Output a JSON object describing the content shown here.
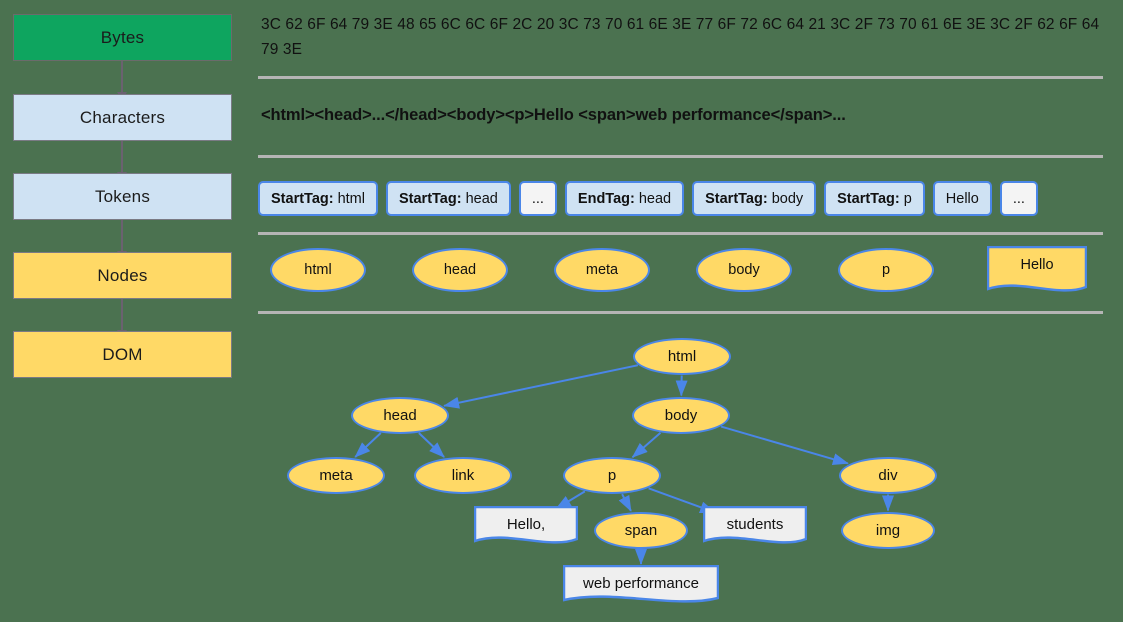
{
  "pipeline": {
    "steps": [
      {
        "label": "Bytes",
        "style": "green"
      },
      {
        "label": "Characters",
        "style": "blue"
      },
      {
        "label": "Tokens",
        "style": "blue"
      },
      {
        "label": "Nodes",
        "style": "yellow"
      },
      {
        "label": "DOM",
        "style": "yellow"
      }
    ]
  },
  "bytes_row": {
    "text": "3C 62 6F 64 79 3E 48 65 6C 6C 6F 2C 20 3C 73 70 61 6E 3E 77 6F 72 6C 64 21 3C 2F 73 70 61 6E 3E 3C 2F 62 6F 64 79 3E"
  },
  "characters_row": {
    "text": "<html><head>...</head><body><p>Hello <span>web performance</span>..."
  },
  "tokens_row": {
    "tokens": [
      {
        "kind": "StartTag:",
        "value": "html",
        "style": "tag"
      },
      {
        "kind": "StartTag:",
        "value": "head",
        "style": "tag"
      },
      {
        "kind": "",
        "value": "...",
        "style": "plain"
      },
      {
        "kind": "EndTag:",
        "value": "head",
        "style": "tag"
      },
      {
        "kind": "StartTag:",
        "value": "body",
        "style": "tag"
      },
      {
        "kind": "StartTag:",
        "value": "p",
        "style": "tag"
      },
      {
        "kind": "",
        "value": "Hello",
        "style": "tag"
      },
      {
        "kind": "",
        "value": "...",
        "style": "plain"
      }
    ]
  },
  "nodes_row": {
    "nodes": [
      {
        "label": "html",
        "shape": "ellipse"
      },
      {
        "label": "head",
        "shape": "ellipse"
      },
      {
        "label": "meta",
        "shape": "ellipse"
      },
      {
        "label": "body",
        "shape": "ellipse"
      },
      {
        "label": "p",
        "shape": "ellipse"
      },
      {
        "label": "Hello",
        "shape": "document"
      }
    ]
  },
  "dom_tree": {
    "nodes": [
      {
        "id": "html",
        "label": "html",
        "shape": "ellipse"
      },
      {
        "id": "head",
        "label": "head",
        "shape": "ellipse"
      },
      {
        "id": "body",
        "label": "body",
        "shape": "ellipse"
      },
      {
        "id": "meta",
        "label": "meta",
        "shape": "ellipse"
      },
      {
        "id": "link",
        "label": "link",
        "shape": "ellipse"
      },
      {
        "id": "p",
        "label": "p",
        "shape": "ellipse"
      },
      {
        "id": "div",
        "label": "div",
        "shape": "ellipse"
      },
      {
        "id": "hello",
        "label": "Hello,",
        "shape": "document"
      },
      {
        "id": "span",
        "label": "span",
        "shape": "ellipse"
      },
      {
        "id": "students",
        "label": "students",
        "shape": "document"
      },
      {
        "id": "img",
        "label": "img",
        "shape": "ellipse"
      },
      {
        "id": "webperf",
        "label": "web performance",
        "shape": "document"
      }
    ],
    "edges": [
      {
        "from": "html",
        "to": "head"
      },
      {
        "from": "html",
        "to": "body"
      },
      {
        "from": "head",
        "to": "meta"
      },
      {
        "from": "head",
        "to": "link"
      },
      {
        "from": "body",
        "to": "p"
      },
      {
        "from": "body",
        "to": "div"
      },
      {
        "from": "p",
        "to": "hello"
      },
      {
        "from": "p",
        "to": "span"
      },
      {
        "from": "p",
        "to": "students"
      },
      {
        "from": "span",
        "to": "webperf"
      },
      {
        "from": "div",
        "to": "img"
      }
    ]
  },
  "colors": {
    "background": "#4b7250",
    "green": "#0ea55f",
    "light_blue": "#cfe2f3",
    "yellow": "#ffd966",
    "node_border_blue": "#4a86e8",
    "divider_gray": "#b5b5b5",
    "text_node_gray": "#efefef"
  }
}
